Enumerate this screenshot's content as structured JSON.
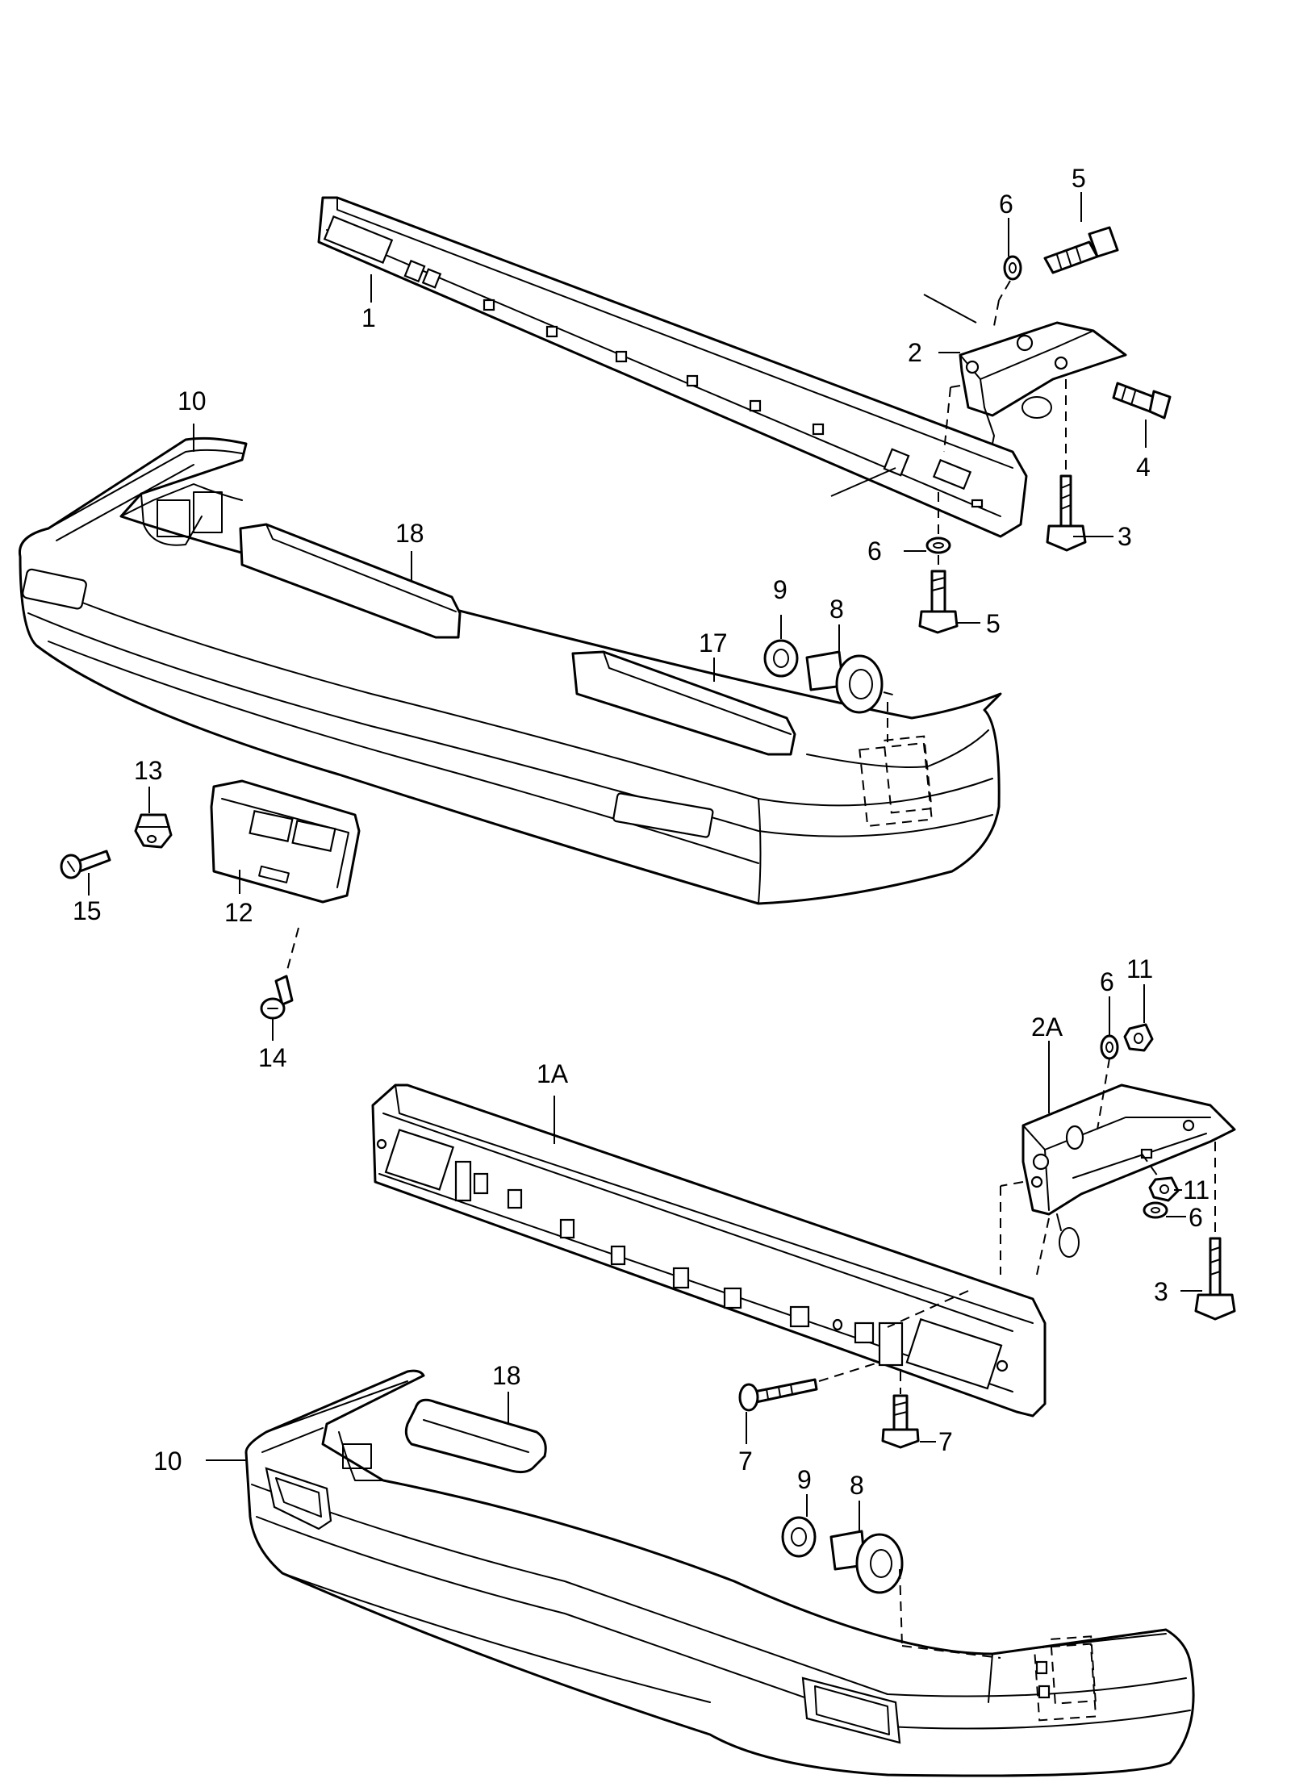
{
  "callouts": {
    "c1": "1",
    "c1A": "1A",
    "c2": "2",
    "c2A": "2A",
    "c3_top": "3",
    "c3_bot": "3",
    "c4": "4",
    "c5_top": "5",
    "c5_mid": "5",
    "c6_top": "6",
    "c6_mid": "6",
    "c6_lower_a": "6",
    "c6_lower_b": "6",
    "c7_a": "7",
    "c7_b": "7",
    "c8_top": "8",
    "c8_bot": "8",
    "c9_top": "9",
    "c9_bot": "9",
    "c10_top": "10",
    "c10_bot": "10",
    "c11_a": "11",
    "c11_b": "11",
    "c12": "12",
    "c13": "13",
    "c14": "14",
    "c15": "15",
    "c17": "17",
    "c18_top": "18",
    "c18_bot": "18"
  },
  "colors": {
    "line": "#000000",
    "background": "#ffffff"
  }
}
